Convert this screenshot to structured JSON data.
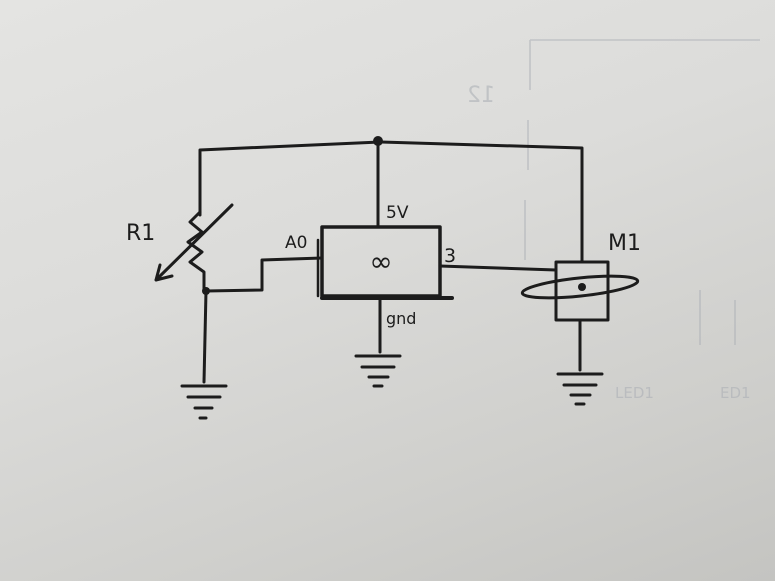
{
  "diagram": {
    "labels": {
      "r1": "R1",
      "m1": "M1",
      "a0": "A0",
      "v5": "5V",
      "pin3": "3",
      "gnd": "gnd",
      "board_symbol": "∞"
    },
    "bleed_through": {
      "top": "12",
      "right_bottom_1": "LED1",
      "right_bottom_2": "ED1"
    },
    "colors": {
      "ink": "#1c1c1c",
      "paper": "#dcdcda",
      "bleed": "#a9adb4"
    }
  }
}
